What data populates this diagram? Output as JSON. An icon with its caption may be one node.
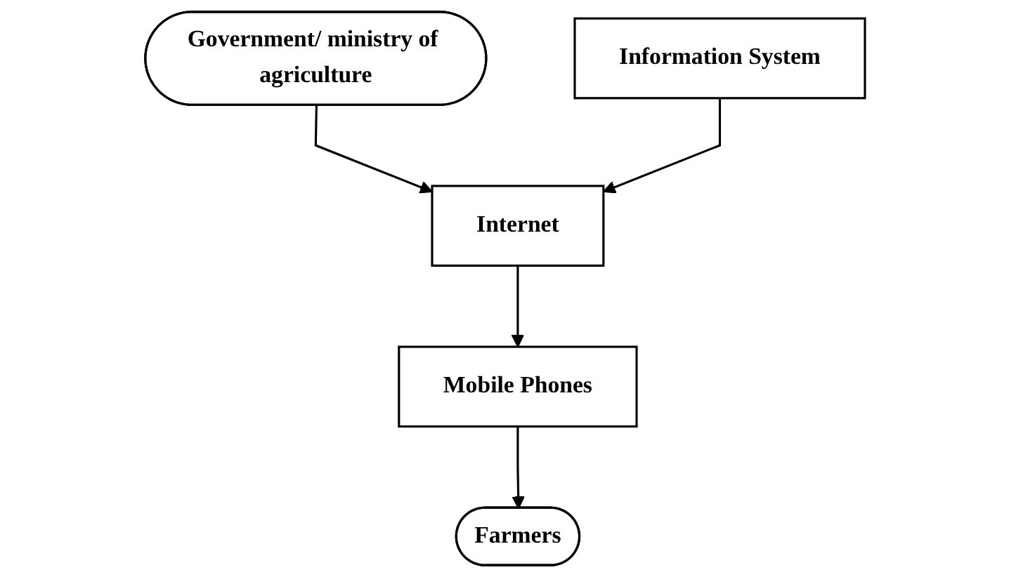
{
  "diagram": {
    "nodes": [
      {
        "text": [
          "Government/ ministry of agriculture"
        ]
      },
      {
        "text": [
          "Information System"
        ]
      },
      {
        "text": [
          "Internet"
        ]
      },
      {
        "text": [
          "Mobile Phones"
        ]
      },
      {
        "text": [
          "Farmers"
        ]
      }
    ],
    "edges": [
      {
        "from": 0,
        "to": 2,
        "arrow": "to"
      },
      {
        "from": 1,
        "to": 2,
        "arrow": "to"
      },
      {
        "from": 2,
        "to": 3,
        "arrow": "to"
      },
      {
        "from": 3,
        "to": 4,
        "arrow": "to"
      }
    ]
  }
}
